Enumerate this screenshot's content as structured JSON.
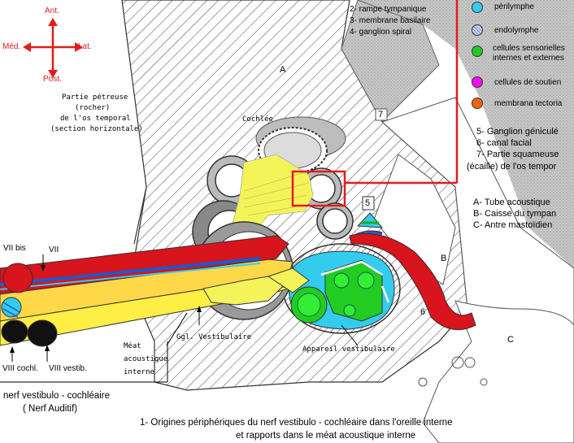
{
  "orientation": {
    "anterior": "Ant.",
    "posterior": "Post.",
    "medial": "Méd.",
    "lateral": "Lat."
  },
  "numbered_list": [
    "2- rampe tympanique",
    "3- membrane basilaire",
    "4- ganglion spiral"
  ],
  "legend": [
    {
      "label": "périlymphe",
      "color": "#33ccee"
    },
    {
      "label": "endolymphe",
      "color": "#a8c4e8"
    },
    {
      "label": "cellules sensorielles",
      "color": "#22cc22"
    },
    {
      "label": "internes et externes",
      "color": ""
    },
    {
      "label": "cellules de soutien",
      "color": "#ee11ee"
    },
    {
      "label": "membrana tectoria",
      "color": "#ee6611"
    }
  ],
  "list2": [
    "5- Ganglion géniculé",
    "6- canal facial",
    "7- Partie squameuse",
    "(écaille) de l'os tempor"
  ],
  "list3": [
    "A- Tube acoustique",
    "B- Caisse du tympan",
    "C- Antre mastoïdien"
  ],
  "labels": {
    "petrous": [
      "Partie pétreuse",
      "(rocher)",
      "de l'os temporal",
      "(section horizontale)"
    ],
    "cochlea": "Cochlée",
    "num5": "5",
    "num6": "6",
    "num7": "7",
    "letA": "A",
    "letB": "B",
    "letC": "C",
    "vii_bis": "VII bis",
    "vii": "VII",
    "viii_cochl": "VIII cochl.",
    "viii_vestib": "VIII vestib.",
    "meat": [
      "Méat",
      "acoustique",
      "interne"
    ],
    "ggl_vestib": "Ggl. Vestibulaire",
    "appareil": "Appareil vestibulaire",
    "nerve": [
      "nerf vestibulo - cochléaire",
      "( Nerf Auditif)"
    ]
  },
  "caption": [
    "1-  Origines périphériques du nerf vestibulo - cochléaire dans l'oreille interne",
    "et rapports dans le méat acoustique interne"
  ]
}
